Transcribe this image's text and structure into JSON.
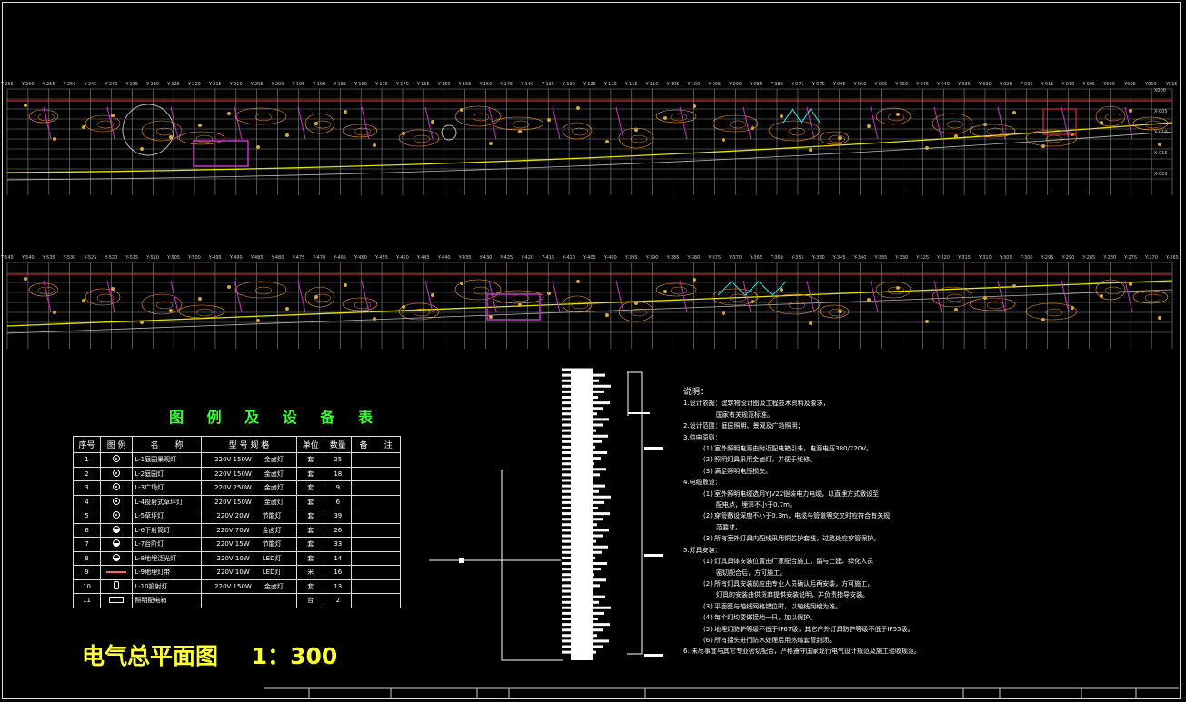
{
  "drawing": {
    "title": "电气总平面图",
    "scale": "1：300"
  },
  "legend": {
    "title": "图 例 及 设 备 表",
    "headers": [
      "序号",
      "图 例",
      "名　　称",
      "型 号 规 格",
      "单位",
      "数量",
      "备　　注"
    ],
    "rows": [
      {
        "no": "1",
        "icon": "circle-dot-icon",
        "name": "L-1庭园景观灯",
        "spec": "220V 150W",
        "type": "金卤灯",
        "unit": "套",
        "qty": "25"
      },
      {
        "no": "2",
        "icon": "circle-dot-icon",
        "name": "L-2庭园灯",
        "spec": "220V 150W",
        "type": "金卤灯",
        "unit": "套",
        "qty": "18"
      },
      {
        "no": "3",
        "icon": "circle-cross-icon",
        "name": "L-3广场灯",
        "spec": "220V 250W",
        "type": "金卤灯",
        "unit": "套",
        "qty": "9"
      },
      {
        "no": "4",
        "icon": "circle-cross-icon",
        "name": "L-4投射式草坪灯",
        "spec": "220V 150W",
        "type": "金卤灯",
        "unit": "套",
        "qty": "6"
      },
      {
        "no": "5",
        "icon": "circle-cross-icon",
        "name": "L-5草坪灯",
        "spec": "220V 20W",
        "type": "节能灯",
        "unit": "套",
        "qty": "39"
      },
      {
        "no": "6",
        "icon": "half-circle-icon",
        "name": "L-6下射筒灯",
        "spec": "220V 70W",
        "type": "金卤灯",
        "unit": "套",
        "qty": "26"
      },
      {
        "no": "7",
        "icon": "half-circle-icon",
        "name": "L-7台阶灯",
        "spec": "220V 15W",
        "type": "节能灯",
        "unit": "套",
        "qty": "33"
      },
      {
        "no": "8",
        "icon": "half-circle-icon",
        "name": "L-8地埋泛光灯",
        "spec": "220V 10W",
        "type": "LED灯",
        "unit": "套",
        "qty": "14"
      },
      {
        "no": "9",
        "icon": "red-line-icon",
        "name": "L-9地埋灯带",
        "spec": "220V 10W",
        "type": "LED灯",
        "unit": "米",
        "qty": "16"
      },
      {
        "no": "10",
        "icon": "cylinder-icon",
        "name": "L-10投射灯",
        "spec": "220V 150W",
        "type": "金卤灯",
        "unit": "套",
        "qty": "13"
      },
      {
        "no": "11",
        "icon": "rect-icon",
        "name": "照明配电箱",
        "spec": "",
        "type": "",
        "unit": "台",
        "qty": "2"
      }
    ]
  },
  "notes": {
    "title": "说明：",
    "lines": [
      {
        "lvl": 0,
        "text": "1.设计依据：建筑物设计图及工程技术资料及要求，"
      },
      {
        "lvl": 2,
        "text": "国家有关规范标准。"
      },
      {
        "lvl": 0,
        "text": "2.设计范围：庭园照明、景观及广场照明；"
      },
      {
        "lvl": 0,
        "text": "3.供电原则："
      },
      {
        "lvl": 1,
        "text": "(1) 室外照明电源由附近配电箱引来，电源电压380/220V。"
      },
      {
        "lvl": 1,
        "text": "(2) 照明灯具采用金卤灯，并便于维修。"
      },
      {
        "lvl": 1,
        "text": "(3) 满足照明电压损失。"
      },
      {
        "lvl": 0,
        "text": "4.电缆敷设："
      },
      {
        "lvl": 1,
        "text": "(1) 室外照明电缆选用YJV22铠装电力电缆，以直埋方式敷设至"
      },
      {
        "lvl": 2,
        "text": "配电点，埋深不小于0.7m。"
      },
      {
        "lvl": 1,
        "text": "(2) 穿管敷设深度不小于0.3m，电缆与管道等交叉时应符合有关规"
      },
      {
        "lvl": 2,
        "text": "范要求。"
      },
      {
        "lvl": 1,
        "text": "(3) 所有室外灯具内配线采用铜芯护套线，过路处应穿管保护。"
      },
      {
        "lvl": 0,
        "text": "5.灯具安装："
      },
      {
        "lvl": 1,
        "text": "(1) 灯具具体安装位置由厂家配合施工，留与土建、绿化人员"
      },
      {
        "lvl": 2,
        "text": "密切配合后，方可施工。"
      },
      {
        "lvl": 1,
        "text": "(2) 所有灯具安装前应由专业人员确认后再安装，方可施工，"
      },
      {
        "lvl": 2,
        "text": "灯具的安装由供货商提供安装说明，并负责指导安装。"
      },
      {
        "lvl": 1,
        "text": "(3) 平面图与轴线网格错位时，以轴线网格为准。"
      },
      {
        "lvl": 1,
        "text": "(4) 每个灯均要做接地一只，加以保护。"
      },
      {
        "lvl": 1,
        "text": "(5) 地埋灯防护等级不低于IP67级，其它户外灯具防护等级不低于IP55级。"
      },
      {
        "lvl": 1,
        "text": "(6) 所有接头进行防水处理后用热缩套管封闭。"
      },
      {
        "lvl": 0,
        "text": "6. 未尽事宜与其它专业密切配合，严格遵守国家现行电气设计规范及施工验收规范。"
      }
    ]
  },
  "axes": {
    "top_row": [
      "Y-265",
      "Y-260",
      "Y-255",
      "Y-250",
      "Y-245",
      "Y-240",
      "Y-235",
      "Y-230",
      "Y-225",
      "Y-220",
      "Y-215",
      "Y-210",
      "Y-205",
      "Y-200",
      "Y-195",
      "Y-190",
      "Y-185",
      "Y-180",
      "Y-175",
      "Y-170",
      "Y-165",
      "Y-160",
      "Y-155",
      "Y-150",
      "Y-145",
      "Y-140",
      "Y-135",
      "Y-130",
      "Y-125",
      "Y-120",
      "Y-115",
      "Y-110",
      "Y-105",
      "Y-100",
      "Y-095",
      "Y-090",
      "Y-085",
      "Y-080",
      "Y-075",
      "Y-070",
      "Y-065",
      "Y-060",
      "Y-055",
      "Y-050",
      "Y-045",
      "Y-040",
      "Y-035",
      "Y-030",
      "Y-025",
      "Y-020",
      "Y-015",
      "Y-010",
      "Y-005",
      "Y000",
      "Y005",
      "Y010",
      "Y015"
    ],
    "bottom_row": [
      "Y-545",
      "Y-540",
      "Y-535",
      "Y-530",
      "Y-525",
      "Y-520",
      "Y-515",
      "Y-510",
      "Y-505",
      "Y-500",
      "Y-495",
      "Y-490",
      "Y-485",
      "Y-480",
      "Y-475",
      "Y-470",
      "Y-465",
      "Y-460",
      "Y-455",
      "Y-450",
      "Y-445",
      "Y-440",
      "Y-435",
      "Y-430",
      "Y-425",
      "Y-420",
      "Y-415",
      "Y-410",
      "Y-405",
      "Y-400",
      "Y-395",
      "Y-390",
      "Y-385",
      "Y-380",
      "Y-375",
      "Y-370",
      "Y-365",
      "Y-360",
      "Y-355",
      "Y-350",
      "Y-345",
      "Y-340",
      "Y-335",
      "Y-330",
      "Y-325",
      "Y-320",
      "Y-315",
      "Y-310",
      "Y-305",
      "Y-300",
      "Y-295",
      "Y-290",
      "Y-285",
      "Y-280",
      "Y-275",
      "Y-270",
      "Y-265"
    ],
    "right_col": [
      "X000",
      "X-005",
      "X-010",
      "X-015",
      "X-020"
    ]
  },
  "colors": {
    "grid": "#8a8a8a",
    "red_line": "#ff3333",
    "yellow_road": "#e6e600",
    "contour": "#ff9933",
    "magenta": "#cc33cc",
    "cyan": "#33cccc",
    "legend_title": "#33ff33",
    "main_title": "#ffff33"
  }
}
